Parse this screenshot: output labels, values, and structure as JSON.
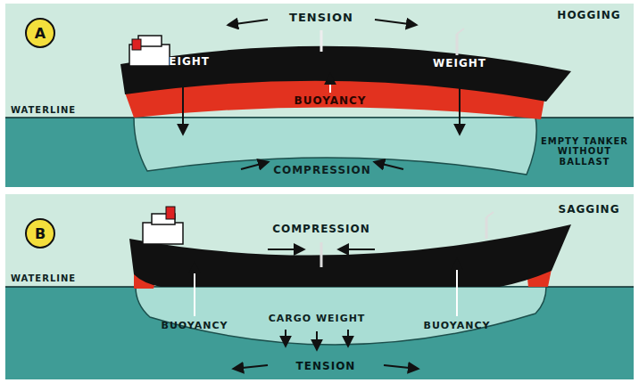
{
  "diagram": {
    "nodes": [
      {
        "text": [
          "A"
        ]
      },
      {
        "text": [
          "B"
        ]
      }
    ],
    "labels": [
      "TENSION",
      "HOGGING",
      "WEIGHT",
      "BUOYANCY",
      "WEIGHT",
      "WATERLINE",
      "EMPTY TANKER WITHOUT BALLAST",
      "COMPRESSION",
      "SAGGING",
      "COMPRESSION",
      "WATERLINE",
      "BUOYANCY",
      "CARGO WEIGHT",
      "BUOYANCY",
      "TENSION"
    ]
  }
}
